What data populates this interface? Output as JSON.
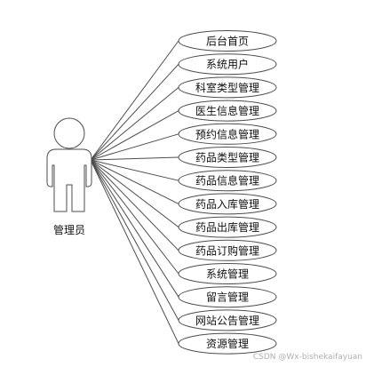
{
  "actor": {
    "label": "管理员"
  },
  "use_cases": [
    {
      "label": "后台首页"
    },
    {
      "label": "系统用户"
    },
    {
      "label": "科室类型管理"
    },
    {
      "label": "医生信息管理"
    },
    {
      "label": "预约信息管理"
    },
    {
      "label": "药品类型管理"
    },
    {
      "label": "药品信息管理"
    },
    {
      "label": "药品入库管理"
    },
    {
      "label": "药品出库管理"
    },
    {
      "label": "药品订购管理"
    },
    {
      "label": "系统管理"
    },
    {
      "label": "留言管理"
    },
    {
      "label": "网站公告管理"
    },
    {
      "label": "资源管理"
    }
  ],
  "watermark": "CSDN @Wx-bishekaifayuan",
  "colors": {
    "stroke": "#4d4d4d",
    "text": "#111111",
    "watermark": "#b0b0b0"
  }
}
